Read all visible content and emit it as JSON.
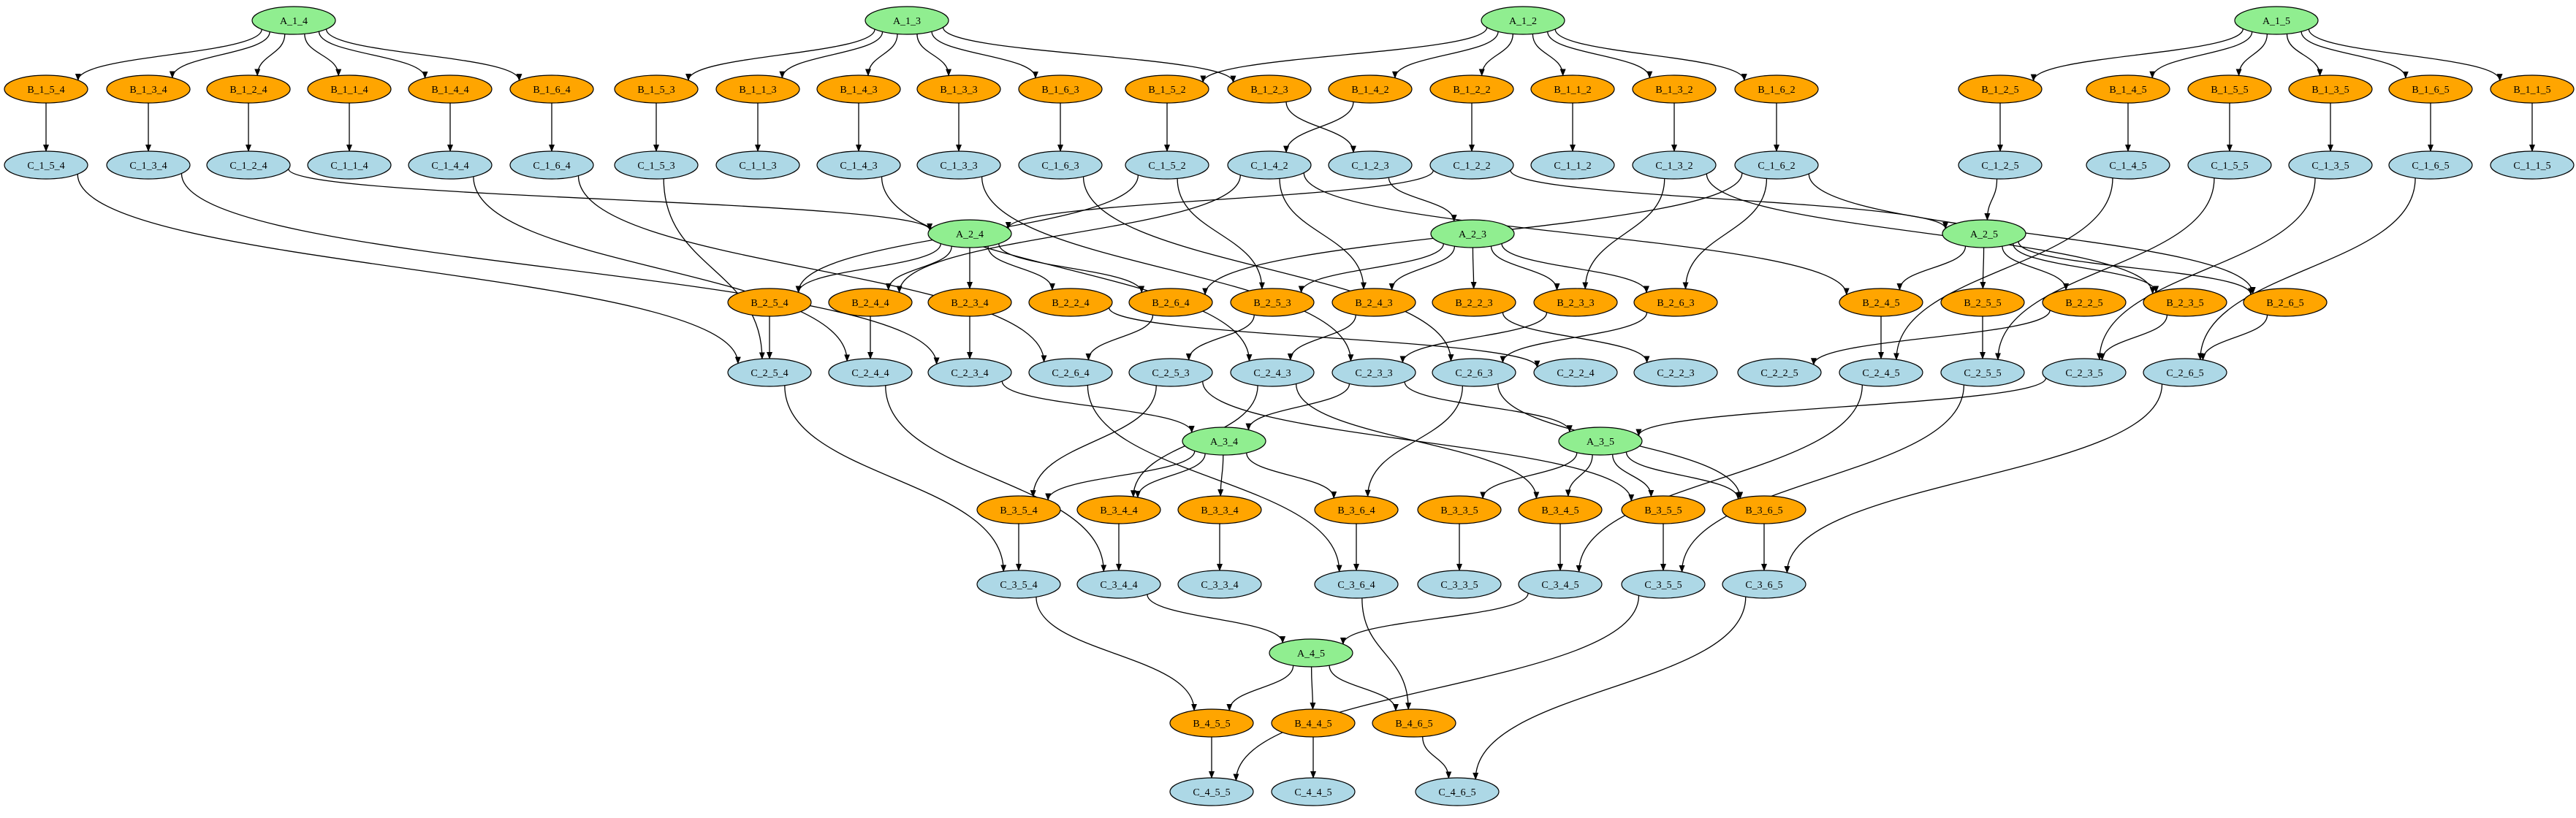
{
  "colors": {
    "A": "#90ee90",
    "B": "#ffa500",
    "C": "#add8e6",
    "stroke": "#000000",
    "edge": "#000000",
    "background": "#ffffff"
  },
  "nodes": [
    {
      "id": "A_1_4",
      "label": "A_1_4",
      "type": "A"
    },
    {
      "id": "A_1_3",
      "label": "A_1_3",
      "type": "A"
    },
    {
      "id": "A_1_2",
      "label": "A_1_2",
      "type": "A"
    },
    {
      "id": "A_1_5",
      "label": "A_1_5",
      "type": "A"
    },
    {
      "id": "B_1_5_4",
      "label": "B_1_5_4",
      "type": "B"
    },
    {
      "id": "B_1_3_4",
      "label": "B_1_3_4",
      "type": "B"
    },
    {
      "id": "B_1_2_4",
      "label": "B_1_2_4",
      "type": "B"
    },
    {
      "id": "B_1_1_4",
      "label": "B_1_1_4",
      "type": "B"
    },
    {
      "id": "B_1_4_4",
      "label": "B_1_4_4",
      "type": "B"
    },
    {
      "id": "B_1_6_4",
      "label": "B_1_6_4",
      "type": "B"
    },
    {
      "id": "B_1_5_3",
      "label": "B_1_5_3",
      "type": "B"
    },
    {
      "id": "B_1_1_3",
      "label": "B_1_1_3",
      "type": "B"
    },
    {
      "id": "B_1_4_3",
      "label": "B_1_4_3",
      "type": "B"
    },
    {
      "id": "B_1_3_3",
      "label": "B_1_3_3",
      "type": "B"
    },
    {
      "id": "B_1_6_3",
      "label": "B_1_6_3",
      "type": "B"
    },
    {
      "id": "B_1_5_2",
      "label": "B_1_5_2",
      "type": "B"
    },
    {
      "id": "B_1_2_3",
      "label": "B_1_2_3",
      "type": "B"
    },
    {
      "id": "B_1_4_2",
      "label": "B_1_4_2",
      "type": "B"
    },
    {
      "id": "B_1_2_2",
      "label": "B_1_2_2",
      "type": "B"
    },
    {
      "id": "B_1_1_2",
      "label": "B_1_1_2",
      "type": "B"
    },
    {
      "id": "B_1_3_2",
      "label": "B_1_3_2",
      "type": "B"
    },
    {
      "id": "B_1_6_2",
      "label": "B_1_6_2",
      "type": "B"
    },
    {
      "id": "B_1_2_5",
      "label": "B_1_2_5",
      "type": "B"
    },
    {
      "id": "B_1_4_5",
      "label": "B_1_4_5",
      "type": "B"
    },
    {
      "id": "B_1_5_5",
      "label": "B_1_5_5",
      "type": "B"
    },
    {
      "id": "B_1_3_5",
      "label": "B_1_3_5",
      "type": "B"
    },
    {
      "id": "B_1_6_5",
      "label": "B_1_6_5",
      "type": "B"
    },
    {
      "id": "B_1_1_5",
      "label": "B_1_1_5",
      "type": "B"
    },
    {
      "id": "C_1_5_4",
      "label": "C_1_5_4",
      "type": "C"
    },
    {
      "id": "C_1_3_4",
      "label": "C_1_3_4",
      "type": "C"
    },
    {
      "id": "C_1_2_4",
      "label": "C_1_2_4",
      "type": "C"
    },
    {
      "id": "C_1_1_4",
      "label": "C_1_1_4",
      "type": "C"
    },
    {
      "id": "C_1_4_4",
      "label": "C_1_4_4",
      "type": "C"
    },
    {
      "id": "C_1_6_4",
      "label": "C_1_6_4",
      "type": "C"
    },
    {
      "id": "C_1_5_3",
      "label": "C_1_5_3",
      "type": "C"
    },
    {
      "id": "C_1_1_3",
      "label": "C_1_1_3",
      "type": "C"
    },
    {
      "id": "C_1_4_3",
      "label": "C_1_4_3",
      "type": "C"
    },
    {
      "id": "C_1_3_3",
      "label": "C_1_3_3",
      "type": "C"
    },
    {
      "id": "C_1_6_3",
      "label": "C_1_6_3",
      "type": "C"
    },
    {
      "id": "C_1_5_2",
      "label": "C_1_5_2",
      "type": "C"
    },
    {
      "id": "C_1_4_2",
      "label": "C_1_4_2",
      "type": "C"
    },
    {
      "id": "C_1_2_3",
      "label": "C_1_2_3",
      "type": "C"
    },
    {
      "id": "C_1_2_2",
      "label": "C_1_2_2",
      "type": "C"
    },
    {
      "id": "C_1_1_2",
      "label": "C_1_1_2",
      "type": "C"
    },
    {
      "id": "C_1_3_2",
      "label": "C_1_3_2",
      "type": "C"
    },
    {
      "id": "C_1_6_2",
      "label": "C_1_6_2",
      "type": "C"
    },
    {
      "id": "C_1_2_5",
      "label": "C_1_2_5",
      "type": "C"
    },
    {
      "id": "C_1_4_5",
      "label": "C_1_4_5",
      "type": "C"
    },
    {
      "id": "C_1_5_5",
      "label": "C_1_5_5",
      "type": "C"
    },
    {
      "id": "C_1_3_5",
      "label": "C_1_3_5",
      "type": "C"
    },
    {
      "id": "C_1_6_5",
      "label": "C_1_6_5",
      "type": "C"
    },
    {
      "id": "C_1_1_5",
      "label": "C_1_1_5",
      "type": "C"
    },
    {
      "id": "A_2_4",
      "label": "A_2_4",
      "type": "A"
    },
    {
      "id": "A_2_3",
      "label": "A_2_3",
      "type": "A"
    },
    {
      "id": "A_2_5",
      "label": "A_2_5",
      "type": "A"
    },
    {
      "id": "B_2_5_4",
      "label": "B_2_5_4",
      "type": "B"
    },
    {
      "id": "B_2_4_4",
      "label": "B_2_4_4",
      "type": "B"
    },
    {
      "id": "B_2_3_4",
      "label": "B_2_3_4",
      "type": "B"
    },
    {
      "id": "B_2_2_4",
      "label": "B_2_2_4",
      "type": "B"
    },
    {
      "id": "B_2_6_4",
      "label": "B_2_6_4",
      "type": "B"
    },
    {
      "id": "B_2_5_3",
      "label": "B_2_5_3",
      "type": "B"
    },
    {
      "id": "B_2_4_3",
      "label": "B_2_4_3",
      "type": "B"
    },
    {
      "id": "B_2_2_3",
      "label": "B_2_2_3",
      "type": "B"
    },
    {
      "id": "B_2_3_3",
      "label": "B_2_3_3",
      "type": "B"
    },
    {
      "id": "B_2_6_3",
      "label": "B_2_6_3",
      "type": "B"
    },
    {
      "id": "B_2_4_5",
      "label": "B_2_4_5",
      "type": "B"
    },
    {
      "id": "B_2_5_5",
      "label": "B_2_5_5",
      "type": "B"
    },
    {
      "id": "B_2_2_5",
      "label": "B_2_2_5",
      "type": "B"
    },
    {
      "id": "B_2_3_5",
      "label": "B_2_3_5",
      "type": "B"
    },
    {
      "id": "B_2_6_5",
      "label": "B_2_6_5",
      "type": "B"
    },
    {
      "id": "C_2_5_4",
      "label": "C_2_5_4",
      "type": "C"
    },
    {
      "id": "C_2_4_4",
      "label": "C_2_4_4",
      "type": "C"
    },
    {
      "id": "C_2_3_4",
      "label": "C_2_3_4",
      "type": "C"
    },
    {
      "id": "C_2_6_4",
      "label": "C_2_6_4",
      "type": "C"
    },
    {
      "id": "C_2_5_3",
      "label": "C_2_5_3",
      "type": "C"
    },
    {
      "id": "C_2_4_3",
      "label": "C_2_4_3",
      "type": "C"
    },
    {
      "id": "C_2_3_3",
      "label": "C_2_3_3",
      "type": "C"
    },
    {
      "id": "C_2_6_3",
      "label": "C_2_6_3",
      "type": "C"
    },
    {
      "id": "C_2_2_4",
      "label": "C_2_2_4",
      "type": "C"
    },
    {
      "id": "C_2_2_3",
      "label": "C_2_2_3",
      "type": "C"
    },
    {
      "id": "C_2_2_5",
      "label": "C_2_2_5",
      "type": "C"
    },
    {
      "id": "C_2_4_5",
      "label": "C_2_4_5",
      "type": "C"
    },
    {
      "id": "C_2_5_5",
      "label": "C_2_5_5",
      "type": "C"
    },
    {
      "id": "C_2_3_5",
      "label": "C_2_3_5",
      "type": "C"
    },
    {
      "id": "C_2_6_5",
      "label": "C_2_6_5",
      "type": "C"
    },
    {
      "id": "A_3_4",
      "label": "A_3_4",
      "type": "A"
    },
    {
      "id": "A_3_5",
      "label": "A_3_5",
      "type": "A"
    },
    {
      "id": "B_3_5_4",
      "label": "B_3_5_4",
      "type": "B"
    },
    {
      "id": "B_3_4_4",
      "label": "B_3_4_4",
      "type": "B"
    },
    {
      "id": "B_3_3_4",
      "label": "B_3_3_4",
      "type": "B"
    },
    {
      "id": "B_3_6_4",
      "label": "B_3_6_4",
      "type": "B"
    },
    {
      "id": "B_3_3_5",
      "label": "B_3_3_5",
      "type": "B"
    },
    {
      "id": "B_3_4_5",
      "label": "B_3_4_5",
      "type": "B"
    },
    {
      "id": "B_3_5_5",
      "label": "B_3_5_5",
      "type": "B"
    },
    {
      "id": "B_3_6_5",
      "label": "B_3_6_5",
      "type": "B"
    },
    {
      "id": "C_3_5_4",
      "label": "C_3_5_4",
      "type": "C"
    },
    {
      "id": "C_3_4_4",
      "label": "C_3_4_4",
      "type": "C"
    },
    {
      "id": "C_3_3_4",
      "label": "C_3_3_4",
      "type": "C"
    },
    {
      "id": "C_3_6_4",
      "label": "C_3_6_4",
      "type": "C"
    },
    {
      "id": "C_3_3_5",
      "label": "C_3_3_5",
      "type": "C"
    },
    {
      "id": "C_3_4_5",
      "label": "C_3_4_5",
      "type": "C"
    },
    {
      "id": "C_3_5_5",
      "label": "C_3_5_5",
      "type": "C"
    },
    {
      "id": "C_3_6_5",
      "label": "C_3_6_5",
      "type": "C"
    },
    {
      "id": "A_4_5",
      "label": "A_4_5",
      "type": "A"
    },
    {
      "id": "B_4_5_5",
      "label": "B_4_5_5",
      "type": "B"
    },
    {
      "id": "B_4_4_5",
      "label": "B_4_4_5",
      "type": "B"
    },
    {
      "id": "B_4_6_5",
      "label": "B_4_6_5",
      "type": "B"
    },
    {
      "id": "C_4_5_5",
      "label": "C_4_5_5",
      "type": "C"
    },
    {
      "id": "C_4_4_5",
      "label": "C_4_4_5",
      "type": "C"
    },
    {
      "id": "C_4_6_5",
      "label": "C_4_6_5",
      "type": "C"
    }
  ],
  "edges": [
    [
      "A_1_4",
      "B_1_5_4"
    ],
    [
      "A_1_4",
      "B_1_3_4"
    ],
    [
      "A_1_4",
      "B_1_2_4"
    ],
    [
      "A_1_4",
      "B_1_1_4"
    ],
    [
      "A_1_4",
      "B_1_4_4"
    ],
    [
      "A_1_4",
      "B_1_6_4"
    ],
    [
      "A_1_3",
      "B_1_5_3"
    ],
    [
      "A_1_3",
      "B_1_1_3"
    ],
    [
      "A_1_3",
      "B_1_4_3"
    ],
    [
      "A_1_3",
      "B_1_3_3"
    ],
    [
      "A_1_3",
      "B_1_6_3"
    ],
    [
      "A_1_3",
      "B_1_2_3"
    ],
    [
      "A_1_2",
      "B_1_5_2"
    ],
    [
      "A_1_2",
      "B_1_4_2"
    ],
    [
      "A_1_2",
      "B_1_2_2"
    ],
    [
      "A_1_2",
      "B_1_1_2"
    ],
    [
      "A_1_2",
      "B_1_3_2"
    ],
    [
      "A_1_2",
      "B_1_6_2"
    ],
    [
      "A_1_5",
      "B_1_2_5"
    ],
    [
      "A_1_5",
      "B_1_4_5"
    ],
    [
      "A_1_5",
      "B_1_5_5"
    ],
    [
      "A_1_5",
      "B_1_3_5"
    ],
    [
      "A_1_5",
      "B_1_6_5"
    ],
    [
      "A_1_5",
      "B_1_1_5"
    ],
    [
      "B_1_5_4",
      "C_1_5_4"
    ],
    [
      "B_1_3_4",
      "C_1_3_4"
    ],
    [
      "B_1_2_4",
      "C_1_2_4"
    ],
    [
      "B_1_1_4",
      "C_1_1_4"
    ],
    [
      "B_1_4_4",
      "C_1_4_4"
    ],
    [
      "B_1_6_4",
      "C_1_6_4"
    ],
    [
      "B_1_5_3",
      "C_1_5_3"
    ],
    [
      "B_1_1_3",
      "C_1_1_3"
    ],
    [
      "B_1_4_3",
      "C_1_4_3"
    ],
    [
      "B_1_3_3",
      "C_1_3_3"
    ],
    [
      "B_1_6_3",
      "C_1_6_3"
    ],
    [
      "B_1_5_2",
      "C_1_5_2"
    ],
    [
      "B_1_4_2",
      "C_1_4_2"
    ],
    [
      "B_1_2_3",
      "C_1_2_3"
    ],
    [
      "B_1_2_2",
      "C_1_2_2"
    ],
    [
      "B_1_1_2",
      "C_1_1_2"
    ],
    [
      "B_1_3_2",
      "C_1_3_2"
    ],
    [
      "B_1_6_2",
      "C_1_6_2"
    ],
    [
      "B_1_2_5",
      "C_1_2_5"
    ],
    [
      "B_1_4_5",
      "C_1_4_5"
    ],
    [
      "B_1_5_5",
      "C_1_5_5"
    ],
    [
      "B_1_3_5",
      "C_1_3_5"
    ],
    [
      "B_1_6_5",
      "C_1_6_5"
    ],
    [
      "B_1_1_5",
      "C_1_1_5"
    ],
    [
      "C_1_2_4",
      "A_2_4"
    ],
    [
      "C_1_2_2",
      "A_2_4"
    ],
    [
      "C_1_2_3",
      "A_2_3"
    ],
    [
      "C_1_2_5",
      "A_2_5"
    ],
    [
      "C_1_2_2",
      "A_2_5"
    ],
    [
      "C_1_5_4",
      "C_2_5_4"
    ],
    [
      "C_1_3_4",
      "C_2_3_4"
    ],
    [
      "C_1_4_4",
      "C_2_4_4"
    ],
    [
      "C_1_6_4",
      "C_2_6_4"
    ],
    [
      "C_1_5_3",
      "C_2_5_4"
    ],
    [
      "C_1_4_3",
      "C_2_4_3"
    ],
    [
      "C_1_3_3",
      "C_2_3_3"
    ],
    [
      "C_1_6_3",
      "C_2_6_3"
    ],
    [
      "C_1_5_2",
      "B_2_5_4"
    ],
    [
      "C_1_5_2",
      "B_2_5_3"
    ],
    [
      "C_1_4_2",
      "B_2_4_4"
    ],
    [
      "C_1_4_2",
      "B_2_4_3"
    ],
    [
      "C_1_3_2",
      "B_2_3_3"
    ],
    [
      "C_1_3_2",
      "B_2_3_5"
    ],
    [
      "C_1_6_2",
      "B_2_6_4"
    ],
    [
      "C_1_6_2",
      "B_2_6_3"
    ],
    [
      "C_1_6_2",
      "B_2_6_5"
    ],
    [
      "C_1_4_2",
      "B_2_4_5"
    ],
    [
      "C_1_4_5",
      "C_2_4_5"
    ],
    [
      "C_1_5_5",
      "C_2_5_5"
    ],
    [
      "C_1_3_5",
      "C_2_3_5"
    ],
    [
      "C_1_6_5",
      "C_2_6_5"
    ],
    [
      "A_2_4",
      "B_2_5_4"
    ],
    [
      "A_2_4",
      "B_2_4_4"
    ],
    [
      "A_2_4",
      "B_2_3_4"
    ],
    [
      "A_2_4",
      "B_2_2_4"
    ],
    [
      "A_2_4",
      "B_2_6_4"
    ],
    [
      "A_2_3",
      "B_2_5_3"
    ],
    [
      "A_2_3",
      "B_2_4_3"
    ],
    [
      "A_2_3",
      "B_2_2_3"
    ],
    [
      "A_2_3",
      "B_2_3_3"
    ],
    [
      "A_2_3",
      "B_2_6_3"
    ],
    [
      "A_2_5",
      "B_2_4_5"
    ],
    [
      "A_2_5",
      "B_2_5_5"
    ],
    [
      "A_2_5",
      "B_2_2_5"
    ],
    [
      "A_2_5",
      "B_2_3_5"
    ],
    [
      "A_2_5",
      "B_2_6_5"
    ],
    [
      "B_2_5_4",
      "C_2_5_4"
    ],
    [
      "B_2_4_4",
      "C_2_4_4"
    ],
    [
      "B_2_3_4",
      "C_2_3_4"
    ],
    [
      "B_2_2_4",
      "C_2_2_4"
    ],
    [
      "B_2_6_4",
      "C_2_6_4"
    ],
    [
      "B_2_5_3",
      "C_2_5_3"
    ],
    [
      "B_2_4_3",
      "C_2_4_3"
    ],
    [
      "B_2_2_3",
      "C_2_2_3"
    ],
    [
      "B_2_3_3",
      "C_2_3_3"
    ],
    [
      "B_2_6_3",
      "C_2_6_3"
    ],
    [
      "B_2_4_5",
      "C_2_4_5"
    ],
    [
      "B_2_5_5",
      "C_2_5_5"
    ],
    [
      "B_2_2_5",
      "C_2_2_5"
    ],
    [
      "B_2_3_5",
      "C_2_3_5"
    ],
    [
      "B_2_6_5",
      "C_2_6_5"
    ],
    [
      "C_2_3_4",
      "A_3_4"
    ],
    [
      "C_2_3_3",
      "A_3_4"
    ],
    [
      "C_2_3_5",
      "A_3_5"
    ],
    [
      "C_2_3_3",
      "A_3_5"
    ],
    [
      "C_2_5_3",
      "B_3_5_4"
    ],
    [
      "C_2_4_3",
      "B_3_4_4"
    ],
    [
      "C_2_6_3",
      "B_3_6_4"
    ],
    [
      "C_2_5_3",
      "B_3_5_5"
    ],
    [
      "C_2_4_3",
      "B_3_4_5"
    ],
    [
      "C_2_6_3",
      "B_3_6_5"
    ],
    [
      "C_2_5_4",
      "C_3_5_4"
    ],
    [
      "C_2_4_4",
      "C_3_4_4"
    ],
    [
      "C_2_6_4",
      "C_3_6_4"
    ],
    [
      "C_2_4_5",
      "C_3_4_5"
    ],
    [
      "C_2_5_5",
      "C_3_5_5"
    ],
    [
      "C_2_6_5",
      "C_3_6_5"
    ],
    [
      "A_3_4",
      "B_3_5_4"
    ],
    [
      "A_3_4",
      "B_3_4_4"
    ],
    [
      "A_3_4",
      "B_3_3_4"
    ],
    [
      "A_3_4",
      "B_3_6_4"
    ],
    [
      "A_3_5",
      "B_3_3_5"
    ],
    [
      "A_3_5",
      "B_3_4_5"
    ],
    [
      "A_3_5",
      "B_3_5_5"
    ],
    [
      "A_3_5",
      "B_3_6_5"
    ],
    [
      "B_3_5_4",
      "C_3_5_4"
    ],
    [
      "B_3_4_4",
      "C_3_4_4"
    ],
    [
      "B_3_3_4",
      "C_3_3_4"
    ],
    [
      "B_3_6_4",
      "C_3_6_4"
    ],
    [
      "B_3_3_5",
      "C_3_3_5"
    ],
    [
      "B_3_4_5",
      "C_3_4_5"
    ],
    [
      "B_3_5_5",
      "C_3_5_5"
    ],
    [
      "B_3_6_5",
      "C_3_6_5"
    ],
    [
      "C_3_4_4",
      "A_4_5"
    ],
    [
      "C_3_4_5",
      "A_4_5"
    ],
    [
      "C_3_5_4",
      "B_4_5_5"
    ],
    [
      "C_3_6_4",
      "B_4_6_5"
    ],
    [
      "C_3_5_5",
      "C_4_5_5"
    ],
    [
      "C_3_6_5",
      "C_4_6_5"
    ],
    [
      "A_4_5",
      "B_4_5_5"
    ],
    [
      "A_4_5",
      "B_4_4_5"
    ],
    [
      "A_4_5",
      "B_4_6_5"
    ],
    [
      "B_4_5_5",
      "C_4_5_5"
    ],
    [
      "B_4_4_5",
      "C_4_4_5"
    ],
    [
      "B_4_6_5",
      "C_4_6_5"
    ]
  ]
}
